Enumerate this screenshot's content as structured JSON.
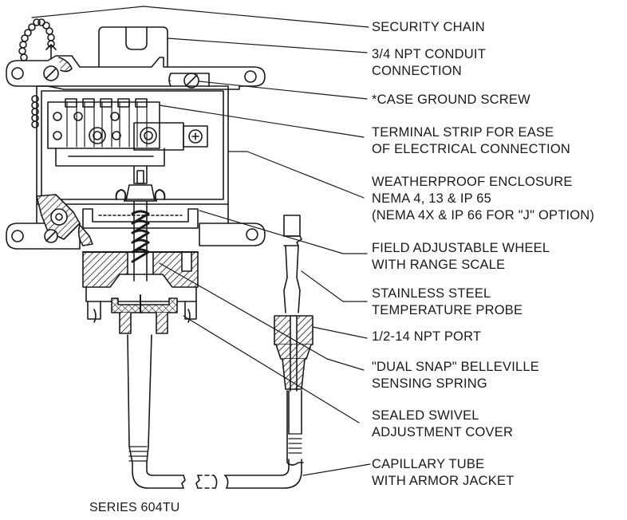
{
  "caption": "SERIES 604TU",
  "callouts": [
    {
      "id": "security-chain",
      "lines": [
        "SECURITY CHAIN"
      ]
    },
    {
      "id": "conduit-connection",
      "lines": [
        "3/4 NPT CONDUIT",
        "CONNECTION"
      ]
    },
    {
      "id": "case-ground-screw",
      "lines": [
        "*CASE GROUND SCREW"
      ]
    },
    {
      "id": "terminal-strip",
      "lines": [
        "TERMINAL STRIP FOR EASE",
        "OF ELECTRICAL CONNECTION"
      ]
    },
    {
      "id": "weatherproof-enclosure",
      "lines": [
        "WEATHERPROOF ENCLOSURE",
        "NEMA 4, 13 & IP 65",
        "(NEMA 4X & IP 66 FOR \"J\" OPTION)"
      ]
    },
    {
      "id": "adjustable-wheel",
      "lines": [
        "FIELD ADJUSTABLE WHEEL",
        "WITH RANGE SCALE"
      ]
    },
    {
      "id": "temperature-probe",
      "lines": [
        "STAINLESS STEEL",
        "TEMPERATURE PROBE"
      ]
    },
    {
      "id": "npt-port",
      "lines": [
        "1/2-14 NPT PORT"
      ]
    },
    {
      "id": "belleville-spring",
      "lines": [
        "\"DUAL SNAP\" BELLEVILLE",
        "SENSING SPRING"
      ]
    },
    {
      "id": "swivel-cover",
      "lines": [
        "SEALED SWIVEL",
        "ADJUSTMENT COVER"
      ]
    },
    {
      "id": "capillary-tube",
      "lines": [
        "CAPILLARY TUBE",
        "WITH ARMOR JACKET"
      ]
    }
  ]
}
